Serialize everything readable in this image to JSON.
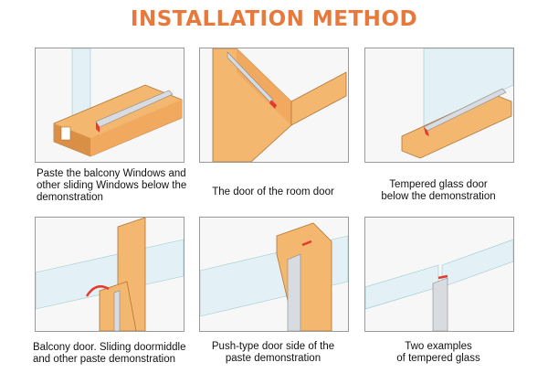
{
  "title": "INSTALLATION METHOD",
  "panels": [
    {
      "caption_lines": [
        "Paste the balcony Windows and",
        "other sliding Windows below the",
        "demonstration"
      ]
    },
    {
      "caption_lines": [
        "The door of the room door"
      ]
    },
    {
      "caption_lines": [
        "Tempered glass door",
        "below the demonstration"
      ]
    },
    {
      "caption_lines": [
        "Balcony door. Sliding doormiddle",
        "and other paste demonstration"
      ]
    },
    {
      "caption_lines": [
        "Push-type door side of the",
        "paste demonstration"
      ]
    },
    {
      "caption_lines": [
        "Two examples",
        "of tempered glass"
      ]
    }
  ],
  "colors": {
    "title": "#e8793a",
    "wood": "#f4b770",
    "wood_dark": "#d98f45",
    "glass": "#cfe6f0",
    "seal": "#c9cdd2",
    "accent_red": "#e43b2c"
  }
}
